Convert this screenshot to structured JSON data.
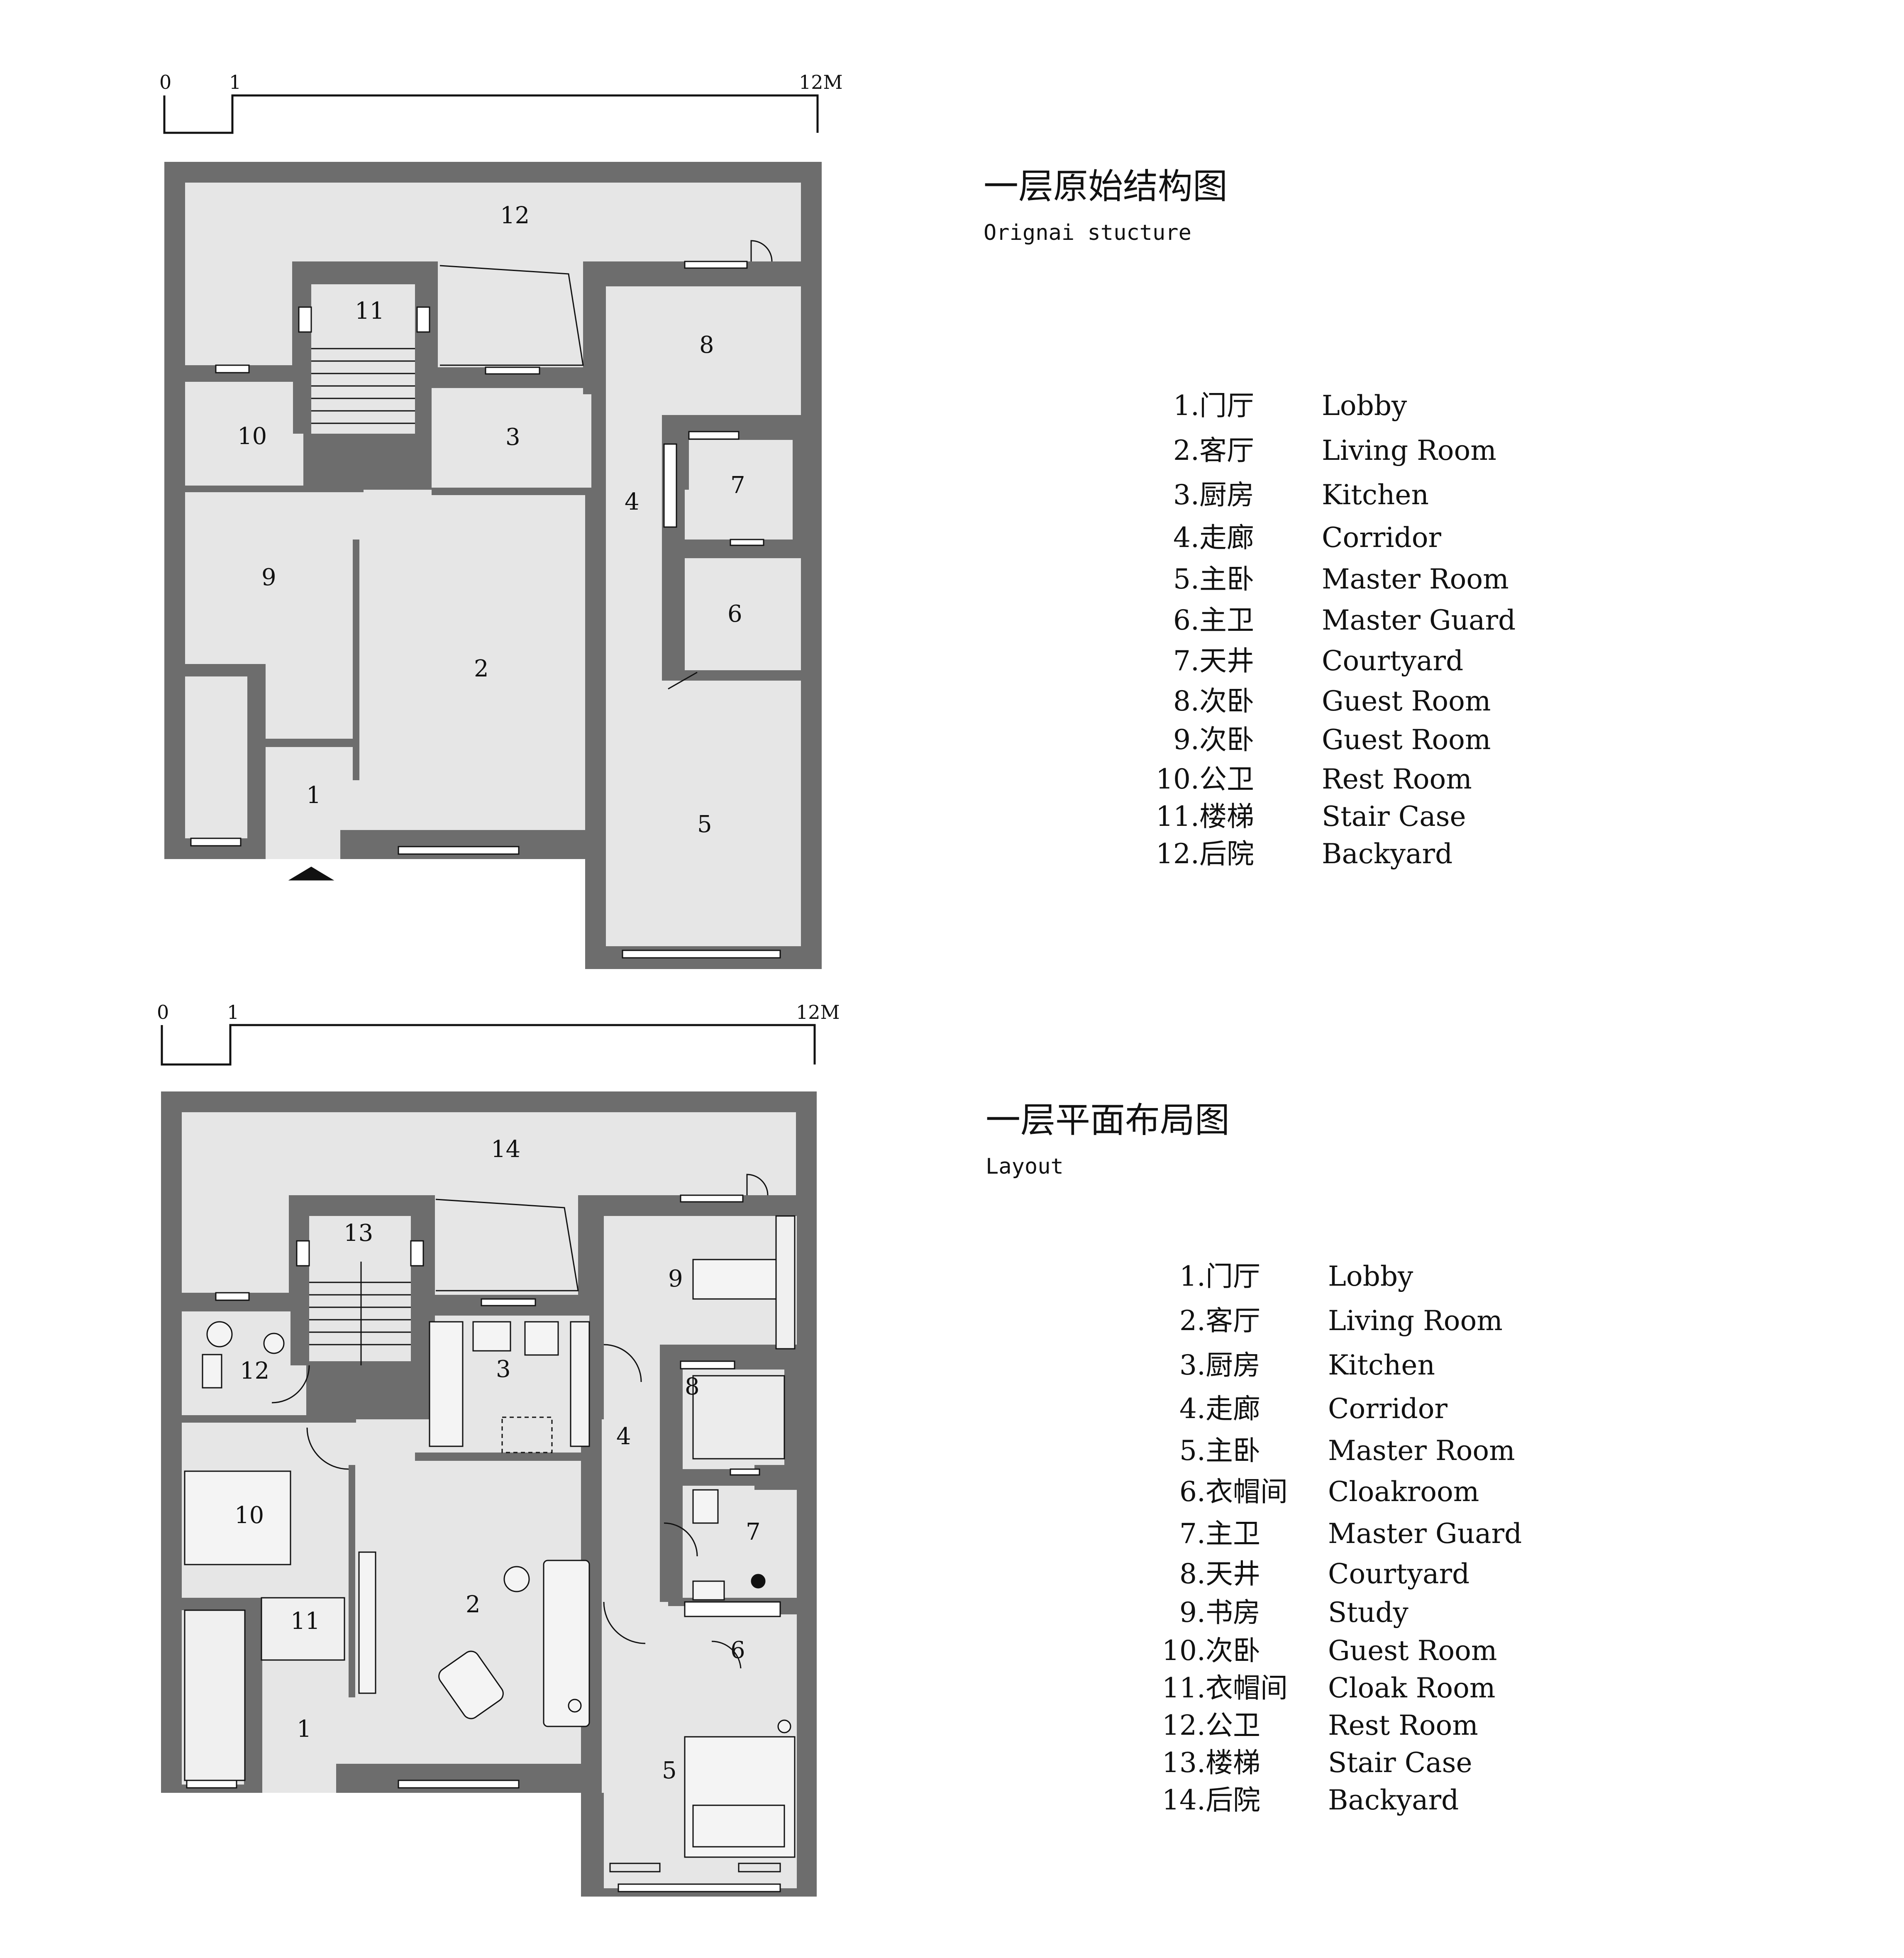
{
  "colors": {
    "wall": "#6d6d6d",
    "floor": "#e6e6e6",
    "line": "#111111",
    "background": "#ffffff"
  },
  "plan1": {
    "scale": {
      "zero": "0",
      "one": "1",
      "end": "12M"
    },
    "title_cn": "一层原始结构图",
    "title_en": "Orignai stucture",
    "room_numbers": [
      "1",
      "2",
      "3",
      "4",
      "5",
      "6",
      "7",
      "8",
      "9",
      "10",
      "11",
      "12"
    ],
    "legend": [
      {
        "num": "1.",
        "cn": "门厅",
        "en": "Lobby"
      },
      {
        "num": "2.",
        "cn": "客厅",
        "en": "Living Room"
      },
      {
        "num": "3.",
        "cn": "厨房",
        "en": "Kitchen"
      },
      {
        "num": "4.",
        "cn": "走廊",
        "en": "Corridor"
      },
      {
        "num": "5.",
        "cn": "主卧",
        "en": "Master Room"
      },
      {
        "num": "6.",
        "cn": "主卫",
        "en": "Master Guard"
      },
      {
        "num": "7.",
        "cn": "天井",
        "en": "Courtyard"
      },
      {
        "num": "8.",
        "cn": "次卧",
        "en": "Guest Room"
      },
      {
        "num": "9.",
        "cn": "次卧",
        "en": "Guest Room"
      },
      {
        "num": "10.",
        "cn": "公卫",
        "en": "Rest Room"
      },
      {
        "num": "11.",
        "cn": "楼梯",
        "en": "Stair Case"
      },
      {
        "num": "12.",
        "cn": "后院",
        "en": "Backyard"
      }
    ]
  },
  "plan2": {
    "scale": {
      "zero": "0",
      "one": "1",
      "end": "12M"
    },
    "title_cn": "一层平面布局图",
    "title_en": "Layout",
    "room_numbers": [
      "1",
      "2",
      "3",
      "4",
      "5",
      "6",
      "7",
      "8",
      "9",
      "10",
      "11",
      "12",
      "13",
      "14"
    ],
    "legend": [
      {
        "num": "1.",
        "cn": "门厅",
        "en": "Lobby"
      },
      {
        "num": "2.",
        "cn": "客厅",
        "en": "Living Room"
      },
      {
        "num": "3.",
        "cn": "厨房",
        "en": "Kitchen"
      },
      {
        "num": "4.",
        "cn": "走廊",
        "en": "Corridor"
      },
      {
        "num": "5.",
        "cn": "主卧",
        "en": "Master Room"
      },
      {
        "num": "6.",
        "cn": "衣帽间",
        "en": "Cloakroom"
      },
      {
        "num": "7.",
        "cn": "主卫",
        "en": "Master Guard"
      },
      {
        "num": "8.",
        "cn": "天井",
        "en": "Courtyard"
      },
      {
        "num": "9.",
        "cn": "书房",
        "en": "Study"
      },
      {
        "num": "10.",
        "cn": "次卧",
        "en": "Guest Room"
      },
      {
        "num": "11.",
        "cn": "衣帽间",
        "en": "Cloak Room"
      },
      {
        "num": "12.",
        "cn": "公卫",
        "en": "Rest Room"
      },
      {
        "num": "13.",
        "cn": "楼梯",
        "en": "Stair Case"
      },
      {
        "num": "14.",
        "cn": "后院",
        "en": "Backyard"
      }
    ]
  }
}
